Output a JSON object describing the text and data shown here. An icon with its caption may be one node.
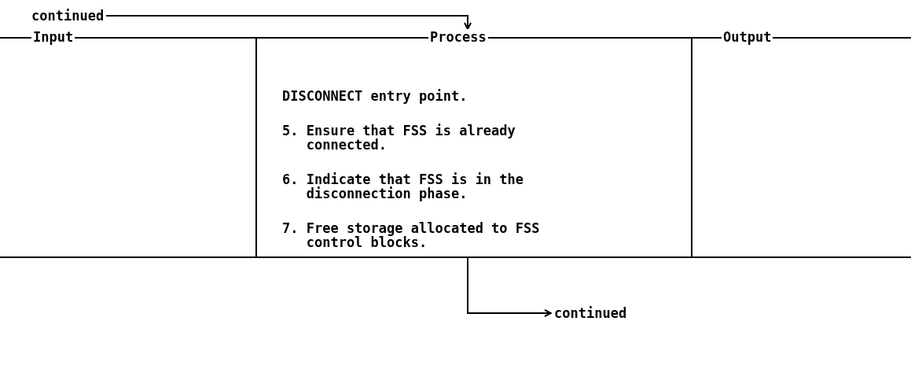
{
  "diagram": {
    "nodes": [
      {
        "text": [
          "continued"
        ]
      },
      {
        "text": [
          "Input"
        ]
      },
      {
        "text": [
          "Process",
          "DISCONNECT entry point.",
          "5. Ensure that FSS is already connected.",
          "6. Indicate that FSS is in the disconnection phase.",
          "7. Free storage allocated to FSS control blocks."
        ]
      },
      {
        "text": [
          "Output"
        ]
      },
      {
        "text": [
          "continued"
        ]
      }
    ],
    "edges": [
      {
        "from": 0,
        "to": 2,
        "arrow": "to"
      },
      {
        "from": 2,
        "to": 4,
        "arrow": "to"
      }
    ]
  }
}
